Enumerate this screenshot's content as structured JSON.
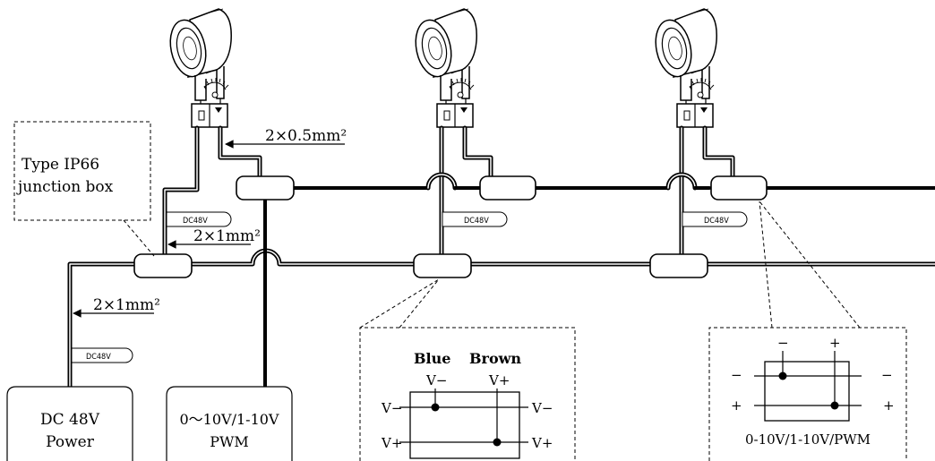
{
  "cable_small": "2×0.5mm²",
  "cable_main": "2×1mm²",
  "cable_power": "2×1mm²",
  "junction_box_label": [
    "Type IP66",
    "junction box"
  ],
  "cable_tag": "DC48V",
  "power_box": [
    "DC 48V",
    "Power"
  ],
  "dimmer_box": [
    "0～10V/1-10V",
    "PWM"
  ],
  "power_detail": {
    "left_color": "Blue",
    "right_color": "Brown",
    "left_top": "V−",
    "right_top": "V+",
    "row1_left": "V−",
    "row1_right": "V−",
    "row2_left": "V+",
    "row2_right": "V+"
  },
  "signal_detail": {
    "top_minus": "−",
    "top_plus": "+",
    "row1_left": "−",
    "row1_right": "−",
    "row2_left": "+",
    "row2_right": "+",
    "caption": "0-10V/1-10V/PWM"
  },
  "fixture_count": 3
}
